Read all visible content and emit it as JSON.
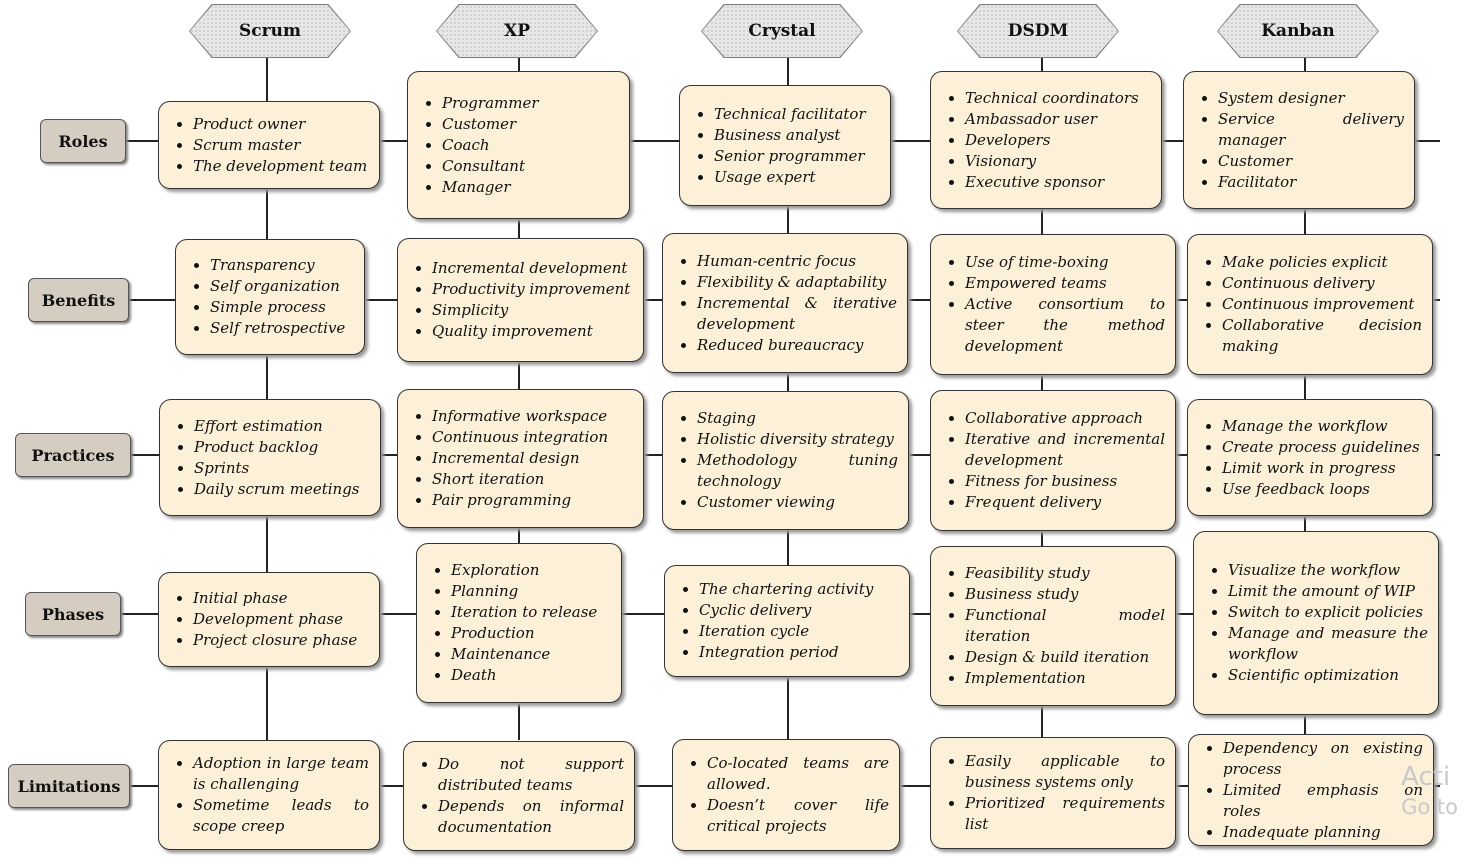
{
  "columns": [
    {
      "title": "Scrum",
      "cells": [
        [
          "Product owner",
          "Scrum master",
          "The development team"
        ],
        [
          "Transparency",
          "Self organization",
          "Simple process",
          "Self retrospective"
        ],
        [
          "Effort estimation",
          "Product backlog",
          "Sprints",
          "Daily scrum meetings"
        ],
        [
          "Initial phase",
          "Development phase",
          "Project closure phase"
        ],
        [
          "Adoption in large team is challenging",
          "Sometime leads to scope creep"
        ]
      ]
    },
    {
      "title": "XP",
      "cells": [
        [
          "Programmer",
          "Customer",
          "Coach",
          "Consultant",
          "Manager"
        ],
        [
          "Incremental development",
          "Productivity improvement",
          "Simplicity",
          "Quality improvement"
        ],
        [
          "Informative workspace",
          "Continuous integration",
          "Incremental design",
          "Short iteration",
          "Pair programming"
        ],
        [
          "Exploration",
          "Planning",
          "Iteration to release",
          "Production",
          "Maintenance",
          "Death"
        ],
        [
          "Do not support distributed teams",
          "Depends on informal documentation"
        ]
      ]
    },
    {
      "title": "Crystal",
      "cells": [
        [
          "Technical facilitator",
          "Business analyst",
          "Senior programmer",
          "Usage expert"
        ],
        [
          "Human-centric focus",
          "Flexibility & adaptability",
          "Incremental & iterative development",
          "Reduced bureaucracy"
        ],
        [
          "Staging",
          "Holistic diversity strategy",
          "Methodology tuning technology",
          "Customer viewing"
        ],
        [
          "The chartering activity",
          "Cyclic delivery",
          "Iteration cycle",
          "Integration period"
        ],
        [
          "Co-located teams are allowed.",
          "Doesn’t cover life critical projects"
        ]
      ]
    },
    {
      "title": "DSDM",
      "cells": [
        [
          "Technical coordinators",
          "Ambassador user",
          "Developers",
          "Visionary",
          "Executive sponsor"
        ],
        [
          "Use of time-boxing",
          "Empowered teams",
          "Active consortium to steer the method development"
        ],
        [
          "Collaborative approach",
          "Iterative and incremental development",
          "Fitness for business",
          "Frequent delivery"
        ],
        [
          "Feasibility study",
          "Business study",
          "Functional model iteration",
          "Design & build iteration",
          "Implementation"
        ],
        [
          "Easily applicable to business systems only",
          "Prioritized requirements list"
        ]
      ]
    },
    {
      "title": "Kanban",
      "cells": [
        [
          "System designer",
          "Service delivery manager",
          "Customer",
          "Facilitator"
        ],
        [
          "Make policies explicit",
          "Continuous delivery",
          "Continuous improvement",
          "Collaborative decision making"
        ],
        [
          "Manage the workflow",
          "Create process guidelines",
          "Limit work in progress",
          "Use feedback loops"
        ],
        [
          "Visualize the workflow",
          "Limit the amount of WIP",
          "Switch to explicit policies",
          "Manage and measure the workflow",
          "Scientific optimization"
        ],
        [
          "Dependency on existing process",
          "Limited emphasis on roles",
          "Inadequate planning"
        ]
      ]
    }
  ],
  "rows": [
    "Roles",
    "Benefits",
    "Practices",
    "Phases",
    "Limitations"
  ],
  "watermark": {
    "line1": "Acti",
    "line2": "Go to"
  }
}
